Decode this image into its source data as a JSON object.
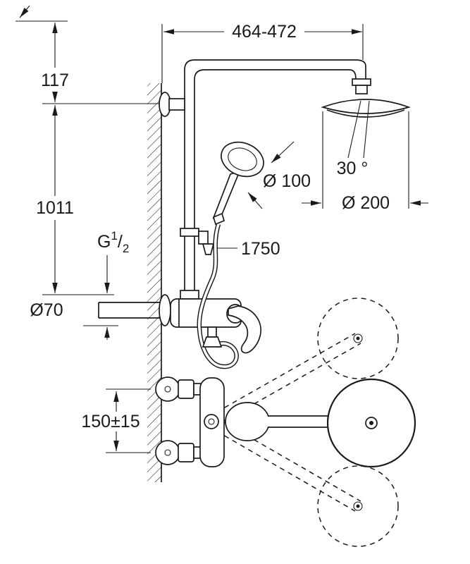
{
  "drawing": {
    "background": "#ffffff",
    "line_color": "#1a1a1a",
    "dimensions": {
      "span_top": "464-472",
      "offset_top": "117",
      "pipe_height": "1011",
      "thread": {
        "base": "G",
        "numerator": "1",
        "slash": "/",
        "denominator": "2"
      },
      "escutcheon_diameter": "Ø70",
      "hose_length": "1750",
      "head_swivel_angle": "30 °",
      "head_diameter": "Ø 200",
      "hand_shower_diameter": "Ø 100",
      "inlet_spacing": "150±15"
    }
  }
}
